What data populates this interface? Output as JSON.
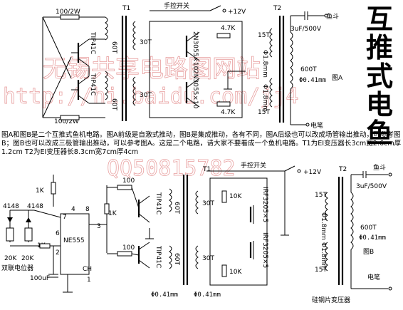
{
  "title": "互推式电鱼机",
  "watermark": {
    "line1": "无锡共享电路图网站",
    "line2": "http://hi.baidu.com/jj4",
    "line3": "QQ50815782"
  },
  "description": "图A和图B是二个互推式鱼机电路。图A前级是自激式推动，图B是集成推动，各有不同，图A后级也可以改成场管输出推动，可参考图B；图B也可以改成三极管输出推动，可以参考图A。这是二个电路，请大家不要看成一个鱼机电路。T1为EI变压器长3cm宽2.6cm厚1.2cm T2为EI变压器长8.3cm宽7cm厚4cm",
  "figA": {
    "label": "图A",
    "r_top": "100/2W",
    "r_bottom": "100/2W",
    "q_top": "TIP41C",
    "q_bottom": "TIP41C",
    "t1": "T1",
    "t2": "T2",
    "switch": "手控开关",
    "vcc": "+12V",
    "coil_60t_a": "60T",
    "coil_60t_b": "60T",
    "coil_30t_a": "30T",
    "coil_30t_b": "30T",
    "q_mid_top": "2N3055×10",
    "q_mid_bottom": "2N3055×10",
    "r_47k_a": "4.7K",
    "r_47k_b": "4.7K",
    "coil_15t_a": "15T",
    "coil_15t_b": "15T",
    "wire_a": "Φ1.8mm",
    "wire_b": "Φ1.8mm",
    "cap": "3uF/500V",
    "coil_600t": "600T",
    "wire_600t": "Φ0.41mm",
    "fish_bucket": "鱼斗",
    "electric_pen": "电笔"
  },
  "figB": {
    "label": "图B",
    "d1": "4148",
    "d2": "4148",
    "r_1k_a": "1K",
    "r_1k_b": "1K",
    "r_1k_c": "1K",
    "pot1": "20K",
    "pot2": "20K",
    "pot_label": "双联电位器",
    "cap_100uf": "100uF",
    "ic": "NE555",
    "ic_sub": "CH",
    "pin7": "7",
    "pin8": "8",
    "pin6": "6",
    "pin2": "2",
    "pin4": "4",
    "pin3": "3",
    "pin1": "1",
    "r_100_a": "100",
    "r_100_b": "100",
    "q_top": "TIP41C",
    "q_bottom": "TIP41C",
    "coil_60t_a": "60T",
    "coil_60t_b": "60T",
    "wire_041_a": "Φ0.41mm",
    "wire_041_b": "Φ0.41mm",
    "t1": "T1",
    "switch": "手控开关",
    "vcc": "+12V",
    "coil_30t_a": "30T",
    "coil_30t_b": "30T",
    "r_10k_a": "10K",
    "r_10k_b": "10K",
    "mos_top": "IRF3205×5",
    "mos_bottom": "IRF3205×5",
    "coil_15t_a": "15T",
    "coil_15t_b": "15T",
    "wire_a": "Φ1.8mm",
    "wire_b": "Φ1.8mm",
    "t2": "T2",
    "cap": "3uF/500V",
    "fish_bucket": "鱼斗",
    "coil_600t": "600T",
    "wire_600t": "Φ0.41mm",
    "electric_pen": "电笔",
    "transformer_note": "硅钢片变压器"
  }
}
